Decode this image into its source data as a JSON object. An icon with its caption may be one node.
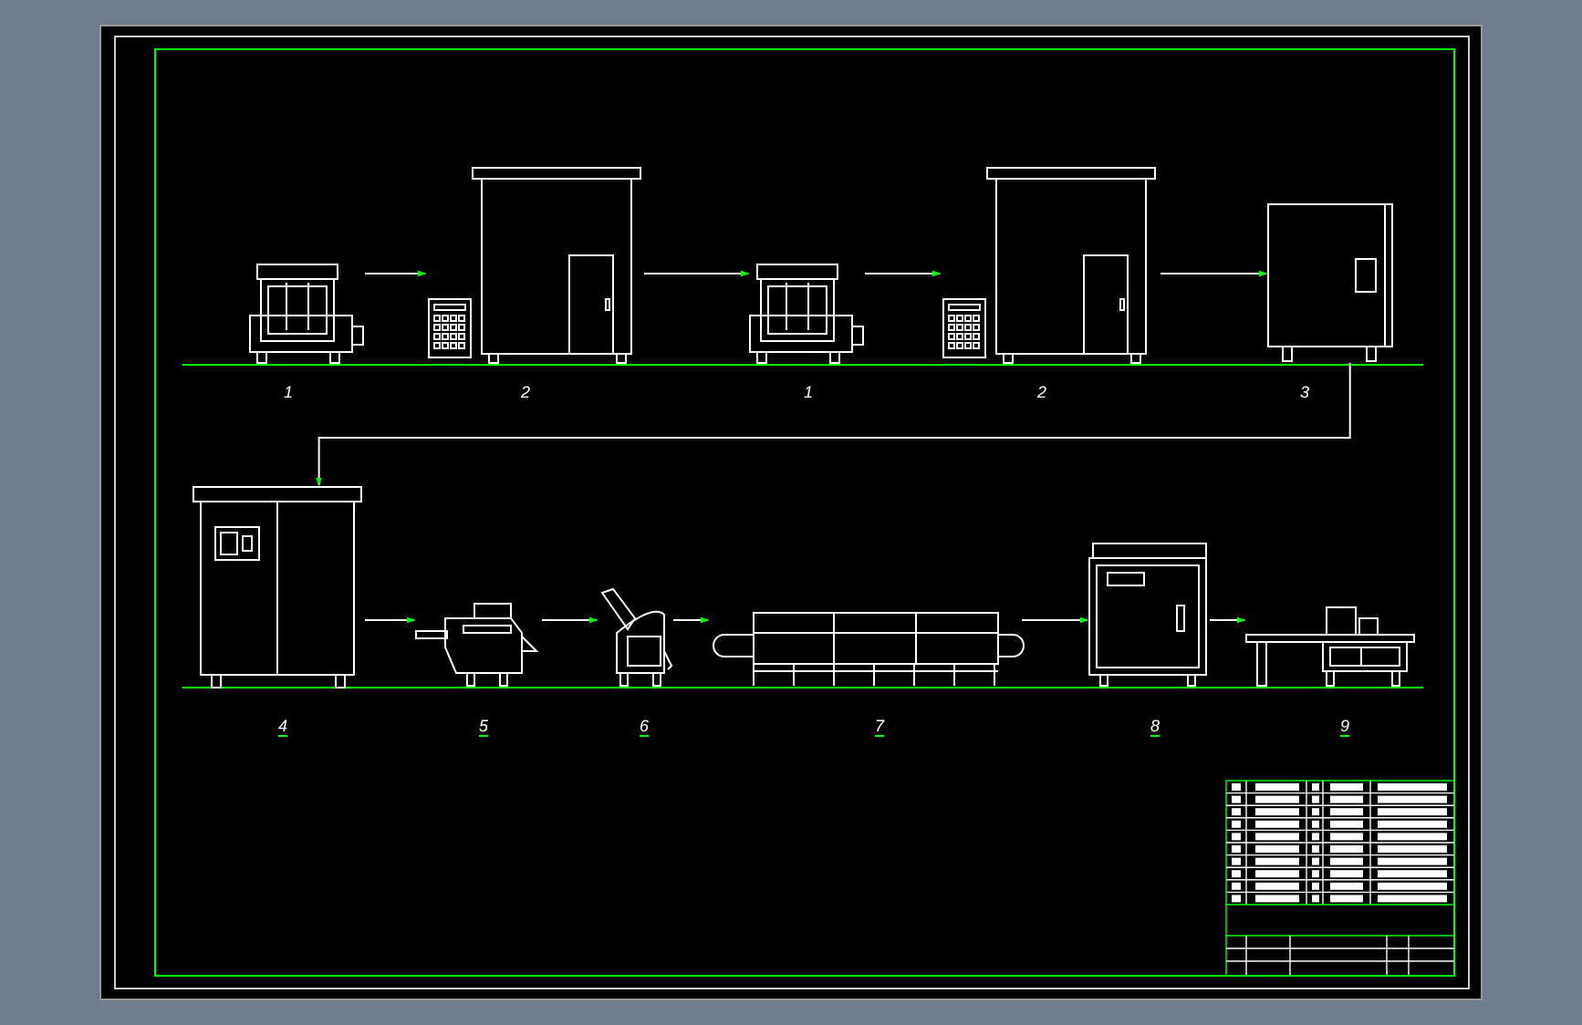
{
  "diagram": {
    "nodes": [
      {
        "text": [],
        "shape": "picture",
        "beside": [
          "1"
        ]
      },
      {
        "text": [],
        "shape": "picture",
        "beside": [
          "2"
        ]
      },
      {
        "text": [],
        "shape": "picture",
        "beside": [
          "1"
        ]
      },
      {
        "text": [],
        "shape": "picture",
        "beside": [
          "2"
        ]
      },
      {
        "text": [],
        "shape": "picture",
        "beside": [
          "3"
        ]
      },
      {
        "text": [],
        "shape": "picture",
        "beside": [
          "4"
        ]
      },
      {
        "text": [],
        "shape": "picture",
        "beside": [
          "5"
        ]
      },
      {
        "text": [],
        "shape": "picture",
        "beside": [
          "6"
        ]
      },
      {
        "text": [],
        "shape": "picture",
        "beside": [
          "7"
        ]
      },
      {
        "text": [],
        "shape": "picture",
        "beside": [
          "8"
        ]
      },
      {
        "text": [],
        "shape": "picture",
        "beside": [
          "9"
        ]
      }
    ],
    "edges": [
      {
        "from": 0,
        "to": 1,
        "arrow": "to"
      },
      {
        "from": 1,
        "to": 2,
        "arrow": "to"
      },
      {
        "from": 2,
        "to": 3,
        "arrow": "to"
      },
      {
        "from": 3,
        "to": 4,
        "arrow": "to"
      },
      {
        "from": 4,
        "to": 5,
        "arrow": "to"
      },
      {
        "from": 5,
        "to": 6,
        "arrow": "to"
      },
      {
        "from": 6,
        "to": 7,
        "arrow": "to"
      },
      {
        "from": 7,
        "to": 8,
        "arrow": "to"
      },
      {
        "from": 8,
        "to": 9,
        "arrow": "to"
      },
      {
        "from": 9,
        "to": 10,
        "arrow": "to"
      }
    ]
  }
}
